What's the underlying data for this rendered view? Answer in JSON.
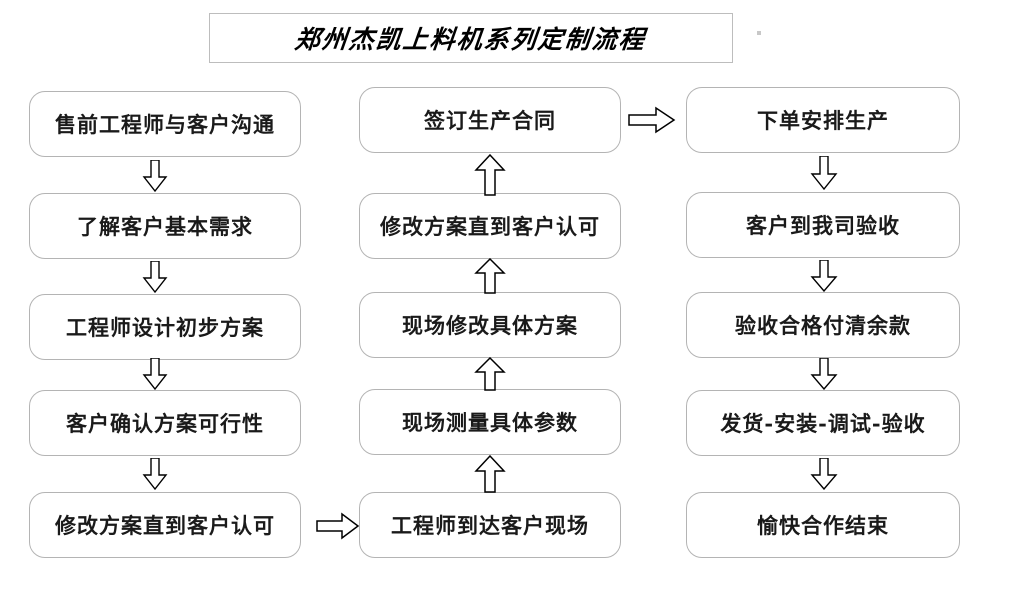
{
  "title": {
    "text": "郑州杰凯上料机系列定制流程"
  },
  "colors": {
    "box_border": "#b4b4b4",
    "title_border": "#bdbdbd",
    "text": "#1a1a1a",
    "arrow_stroke": "#000000",
    "background": "#ffffff"
  },
  "columns": [
    {
      "name": "left-column",
      "flow_direction": "down",
      "nodes": [
        {
          "label": "售前工程师与客户沟通"
        },
        {
          "label": "了解客户基本需求"
        },
        {
          "label": "工程师设计初步方案"
        },
        {
          "label": "客户确认方案可行性"
        },
        {
          "label": "修改方案直到客户认可"
        }
      ]
    },
    {
      "name": "middle-column",
      "flow_direction": "up",
      "nodes": [
        {
          "label": "签订生产合同"
        },
        {
          "label": "修改方案直到客户认可"
        },
        {
          "label": "现场修改具体方案"
        },
        {
          "label": "现场测量具体参数"
        },
        {
          "label": "工程师到达客户现场"
        }
      ]
    },
    {
      "name": "right-column",
      "flow_direction": "down",
      "nodes": [
        {
          "label": "下单安排生产"
        },
        {
          "label": "客户到我司验收"
        },
        {
          "label": "验收合格付清余款"
        },
        {
          "label": "发货-安装-调试-验收"
        },
        {
          "label": "愉快合作结束"
        }
      ]
    }
  ],
  "connectors": {
    "left_down_arrows": 4,
    "middle_up_arrows": 4,
    "right_down_arrows": 4,
    "left_to_middle": "arrow-right",
    "middle_to_right": "arrow-right"
  }
}
